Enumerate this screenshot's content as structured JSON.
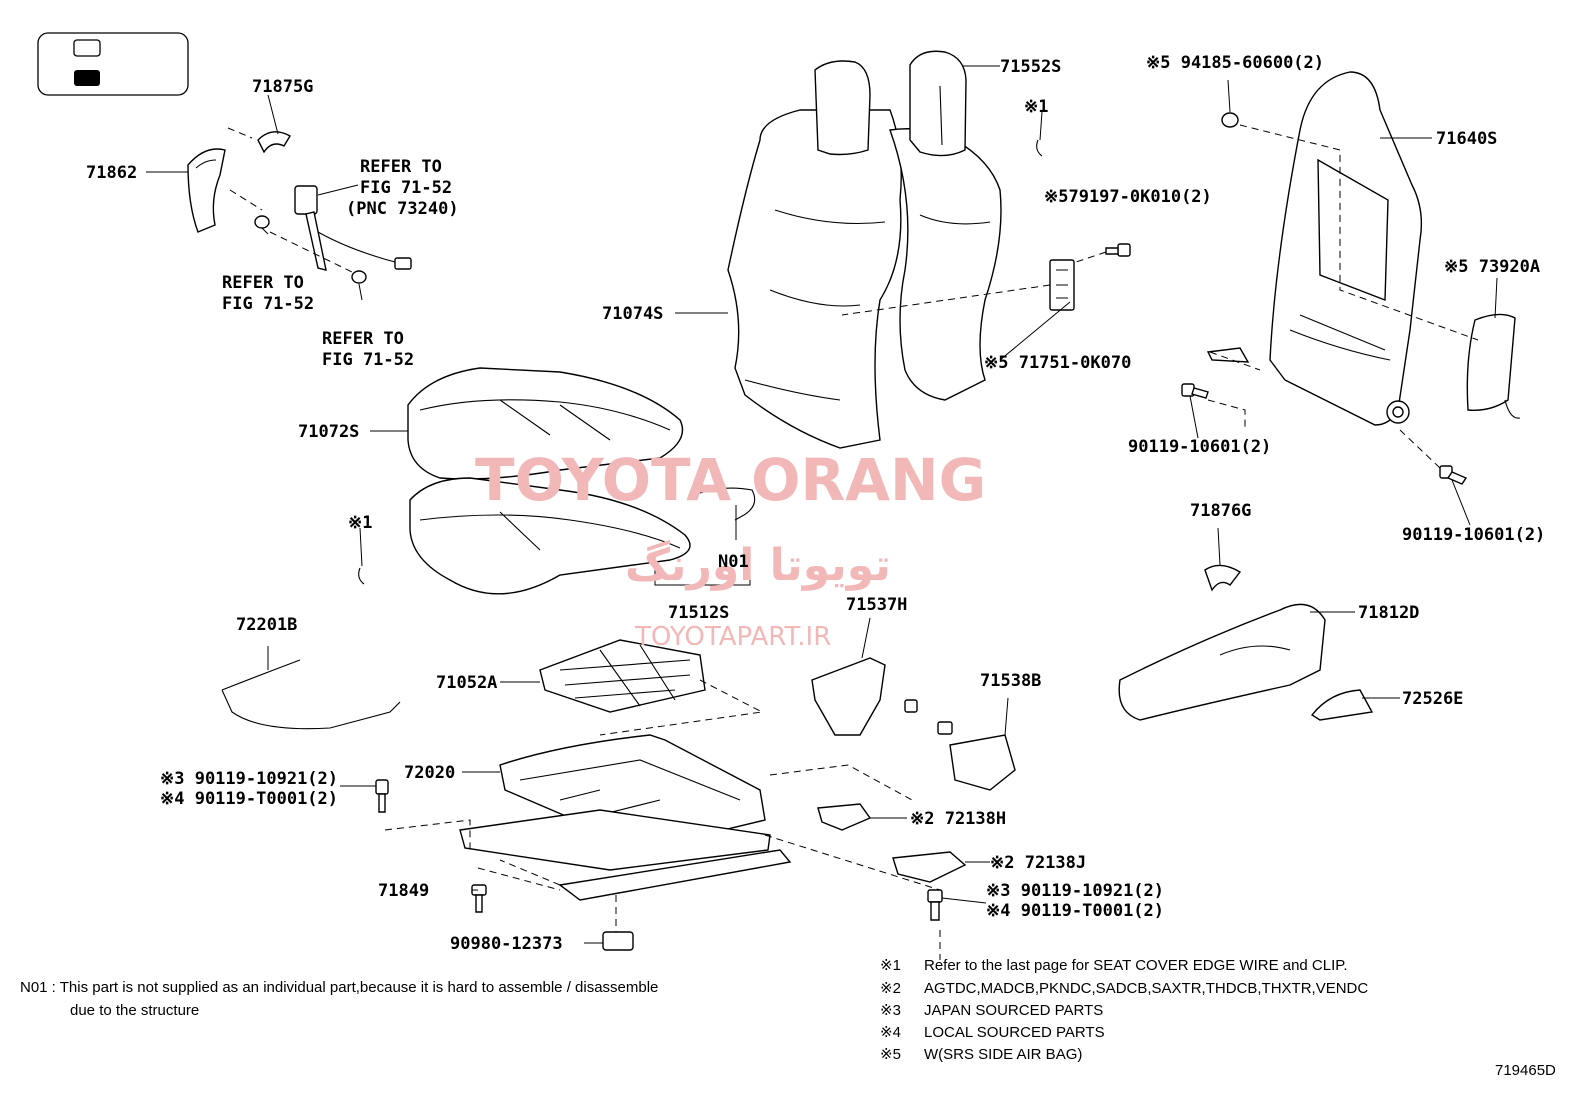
{
  "legend_box": {
    "items": [
      "",
      ""
    ]
  },
  "watermark": {
    "main": "TOYOTA ORANG",
    "arabic": "تویوتا اورنگ",
    "site": "TOYOTAPART.IR"
  },
  "labels": {
    "p71875G": "71875G",
    "p71862": "71862",
    "refer1": [
      "REFER TO",
      "FIG 71-52",
      "(PNC 73240)"
    ],
    "refer2": [
      "REFER TO",
      "FIG 71-52"
    ],
    "refer3": [
      "REFER TO",
      "FIG 71-52"
    ],
    "p71552S": "71552S",
    "x1a": "※1",
    "x5_79197": "※579197-0K010(2)",
    "p71074S": "71074S",
    "x5_71751": "※5 71751-0K070",
    "x5_94185": "※5 94185-60600(2)",
    "p71640S": "71640S",
    "x5_73920A": "※5 73920A",
    "p90119_a": "90119-10601(2)",
    "p90119_b": "90119-10601(2)",
    "p71072S": "71072S",
    "x1b": "※1",
    "N01": "N01",
    "p71512S": "71512S",
    "p71876G": "71876G",
    "p71812D": "71812D",
    "p72526E": "72526E",
    "p72201B": "72201B",
    "p71537H": "71537H",
    "p71052A": "71052A",
    "p71538B": "71538B",
    "p72020": "72020",
    "x3_left": "※3 90119-10921(2)",
    "x4_left": "※4 90119-T0001(2)",
    "x2_72138H": "※2 72138H",
    "x2_72138J": "※2 72138J",
    "x3_right": "※3 90119-10921(2)",
    "x4_right": "※4 90119-T0001(2)",
    "p71849": "71849",
    "p90980": "90980-12373"
  },
  "footnote_n01": {
    "line1": "N01 : This part is not supplied as an individual part,because it is hard to assemble / disassemble",
    "line2": "due to the structure"
  },
  "notes": [
    {
      "mark": "※1",
      "text": "Refer to the last page for SEAT COVER EDGE WIRE and CLIP."
    },
    {
      "mark": "※2",
      "text": "AGTDC,MADCB,PKNDC,SADCB,SAXTR,THDCB,THXTR,VENDC"
    },
    {
      "mark": "※3",
      "text": "JAPAN SOURCED PARTS"
    },
    {
      "mark": "※4",
      "text": "LOCAL SOURCED PARTS"
    },
    {
      "mark": "※5",
      "text": "W(SRS SIDE AIR BAG)"
    }
  ],
  "figure_id": "719465D",
  "colors": {
    "watermark": "#f2b8b8",
    "line": "#000000"
  }
}
